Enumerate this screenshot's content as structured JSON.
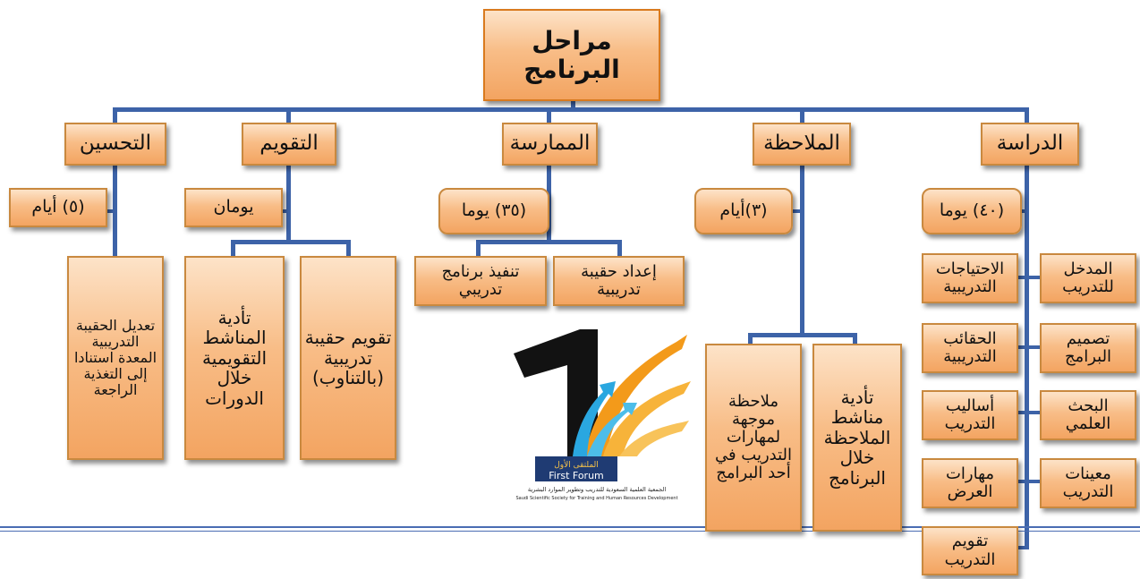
{
  "root": {
    "title": "مراحل البرنامج"
  },
  "phases": {
    "study": {
      "label": "الدراسة",
      "duration": "(٤٠) يوما",
      "items": [
        "المدخل للتدريب",
        "الاحتياجات التدريبية",
        "تصميم البرامج",
        "الحقائب التدريبية",
        "البحث العلمي",
        "أساليب التدريب",
        "معينات التدريب",
        "مهارات العرض",
        "تقويم التدريب"
      ]
    },
    "observation": {
      "label": "الملاحظة",
      "duration": "(٣)أيام",
      "items": [
        "تأدية مناشط الملاحظة خلال البرنامج",
        "ملاحظة موجهة لمهارات التدريب  في أحد البرامج"
      ]
    },
    "practice": {
      "label": "الممارسة",
      "duration": "(٣٥) يوما",
      "items": [
        "إعداد حقيبة تدريبية",
        "تنفيذ برنامج تدريبي"
      ]
    },
    "evaluation": {
      "label": "التقويم",
      "duration": "يومان",
      "items": [
        "تقويم حقيبة تدريبية (بالتناوب)",
        "تأدية المناشط التقويمية خلال الدورات"
      ]
    },
    "improvement": {
      "label": "التحسين",
      "duration": "(٥) أيام",
      "items": [
        "تعديل الحقيبة التدريبية المعدة استنادا إلى التغذية الراجعة"
      ]
    }
  },
  "logo": {
    "ar": "الملتقى الأول",
    "en": "First Forum",
    "org_ar": "الجمعية العلمية السعودية للتدريب وتطوير الموارد البشرية",
    "org_en": "Saudi Scientific Society for Training and Human Resources Development"
  },
  "colors": {
    "connector": "#3d63a8",
    "box_border": "#c9893f",
    "box_light": "#fde3c8",
    "box_dark": "#f3a461"
  }
}
